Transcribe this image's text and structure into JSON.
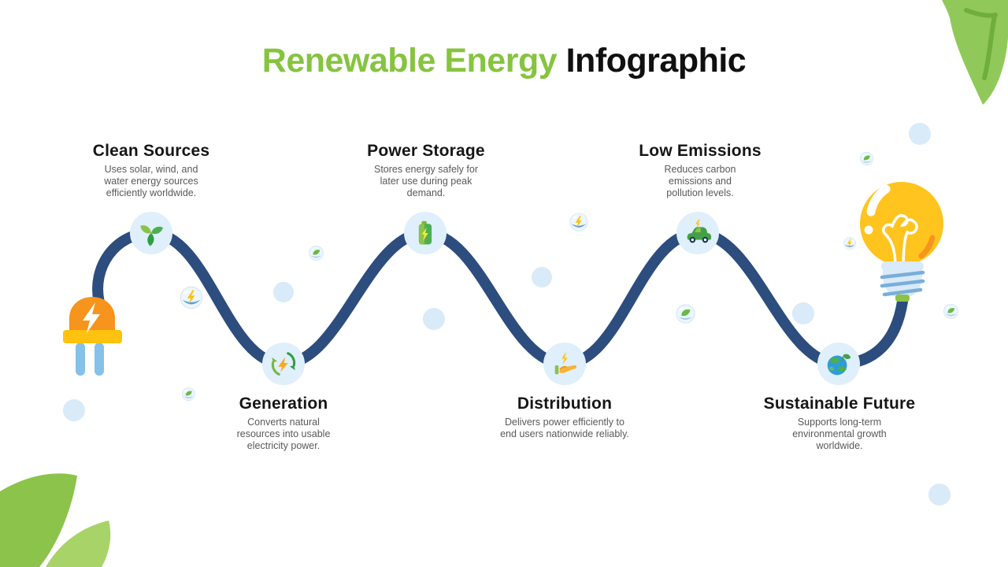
{
  "title": {
    "highlight": "Renewable Energy",
    "rest": "Infographic"
  },
  "nodes": [
    {
      "id": "clean-sources",
      "label": "Clean Sources",
      "description": "Uses solar, wind, and water energy sources efficiently worldwide.",
      "icon": "leaves-icon",
      "position": "top"
    },
    {
      "id": "generation",
      "label": "Generation",
      "description": "Converts natural resources into usable electricity power.",
      "icon": "recycle-energy-icon",
      "position": "bottom"
    },
    {
      "id": "power-storage",
      "label": "Power Storage",
      "description": "Stores energy safely for later use during peak demand.",
      "icon": "battery-icon",
      "position": "top"
    },
    {
      "id": "distribution",
      "label": "Distribution",
      "description": "Delivers power efficiently to end users nationwide reliably.",
      "icon": "hand-energy-icon",
      "position": "bottom"
    },
    {
      "id": "low-emissions",
      "label": "Low Emissions",
      "description": "Reduces carbon emissions and pollution levels.",
      "icon": "electric-car-icon",
      "position": "top"
    },
    {
      "id": "sustainable-future",
      "label": "Sustainable Future",
      "description": "Supports long-term environmental growth worldwide.",
      "icon": "globe-leaf-icon",
      "position": "bottom"
    }
  ],
  "illustrations": [
    "power-plug-illustration",
    "lightbulb-illustration",
    "power-cable-wave",
    "corner-leaf-top-right",
    "corner-leaves-bottom-left"
  ],
  "decorations": {
    "lightning_bubbles": 3,
    "leaf_bubbles": 5,
    "plain_circles": 7
  },
  "colors": {
    "accent_green": "#86C440",
    "title_black": "#101010",
    "cable_navy": "#2C4D7E",
    "node_circle_bg": "#DFEFFB",
    "decor_circle": "#D9EAF8",
    "plug_orange": "#F7941E",
    "plug_bar_yellow": "#FFC20E",
    "plug_prong_blue": "#85C1E9",
    "bulb_yellow": "#FFC41D",
    "bulb_base_blue": "#D9EAF8",
    "desc_gray": "#58595B",
    "leaf_green": "#8CC34A"
  }
}
